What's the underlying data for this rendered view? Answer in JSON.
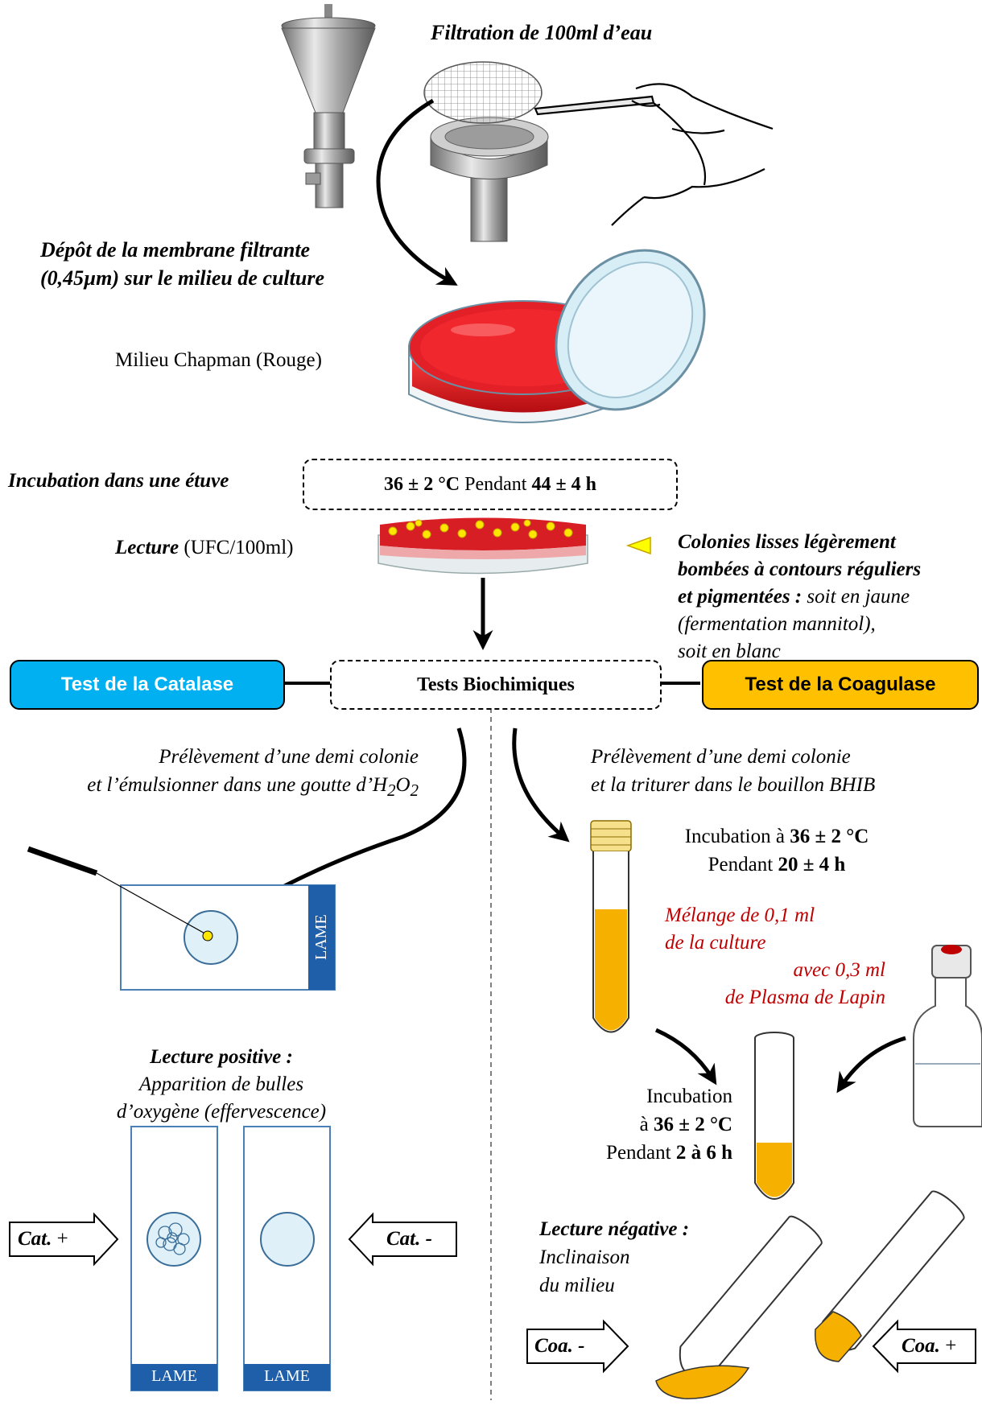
{
  "top": {
    "filtration_title": "Filtration de 100ml d’eau",
    "deposit_line1": "Dépôt de la membrane filtrante",
    "deposit_line2": "(0,45µm) sur le milieu de culture",
    "medium": "Milieu Chapman (Rouge)",
    "incubation_label": "Incubation dans une étuve",
    "incubation_box": {
      "temp": "36 ± 2 °C",
      "mid": " Pendant ",
      "dur": "44 ± 4 h"
    },
    "reading_label": "Lecture",
    "reading_unit": " (UFC/100ml)",
    "colonies": {
      "l1": "Colonies lisses légèrement",
      "l2": "bombées à contours réguliers",
      "l3b": "et pigmentées :",
      "l3i": " soit en jaune",
      "l4": "(fermentation mannitol),",
      "l5": "soit en blanc"
    }
  },
  "branches": {
    "catalase_title": "Test de la Catalase",
    "center_title": "Tests Biochimiques",
    "coagulase_title": "Test de la Coagulase",
    "catalase_color": "#00b0f0",
    "coagulase_color": "#ffc000"
  },
  "catalase": {
    "step_l1": "Prélèvement d’une demi colonie",
    "step_l2a": "et l’émulsionner dans une goutte d’H",
    "step_l2sub1": "2",
    "step_l2b": "O",
    "step_l2sub2": "2",
    "slide_label": "LAME",
    "result_title": "Lecture positive :",
    "result_l1": "Apparition de bulles",
    "result_l2": "d’oxygène (effervescence)",
    "pos_b": "Cat.",
    "pos_sign": " +",
    "neg_b": "Cat. -",
    "slide_label_a": "LAME",
    "slide_label_b": "LAME"
  },
  "coagulase": {
    "step_l1": "Prélèvement d’une demi colonie",
    "step_l2": "et la triturer dans le bouillon BHIB",
    "inc1_a": "Incubation à ",
    "inc1_b": "36 ± 2 °C",
    "inc1_c": "Pendant ",
    "inc1_d": "20 ± 4 h",
    "mix_l1": "Mélange de 0,1 ml",
    "mix_l2": "de la culture",
    "mix_l3": "avec 0,3 ml",
    "mix_l4": "de Plasma de Lapin",
    "inc2_l1": "Incubation",
    "inc2_l2a": "à ",
    "inc2_l2b": "36 ± 2 °C",
    "inc2_l3a": "Pendant ",
    "inc2_l3b": "2 à 6 h",
    "result_title": "Lecture négative :",
    "result_l1": "Inclinaison",
    "result_l2": "du milieu",
    "neg_b": "Coa. -",
    "pos_b": "Coa.",
    "pos_sign": " +"
  },
  "colors": {
    "agar_red": "#d9141b",
    "broth_yellow": "#f5b000",
    "slide_blue": "#1f5faa",
    "arrow_head": "#ffff00"
  }
}
